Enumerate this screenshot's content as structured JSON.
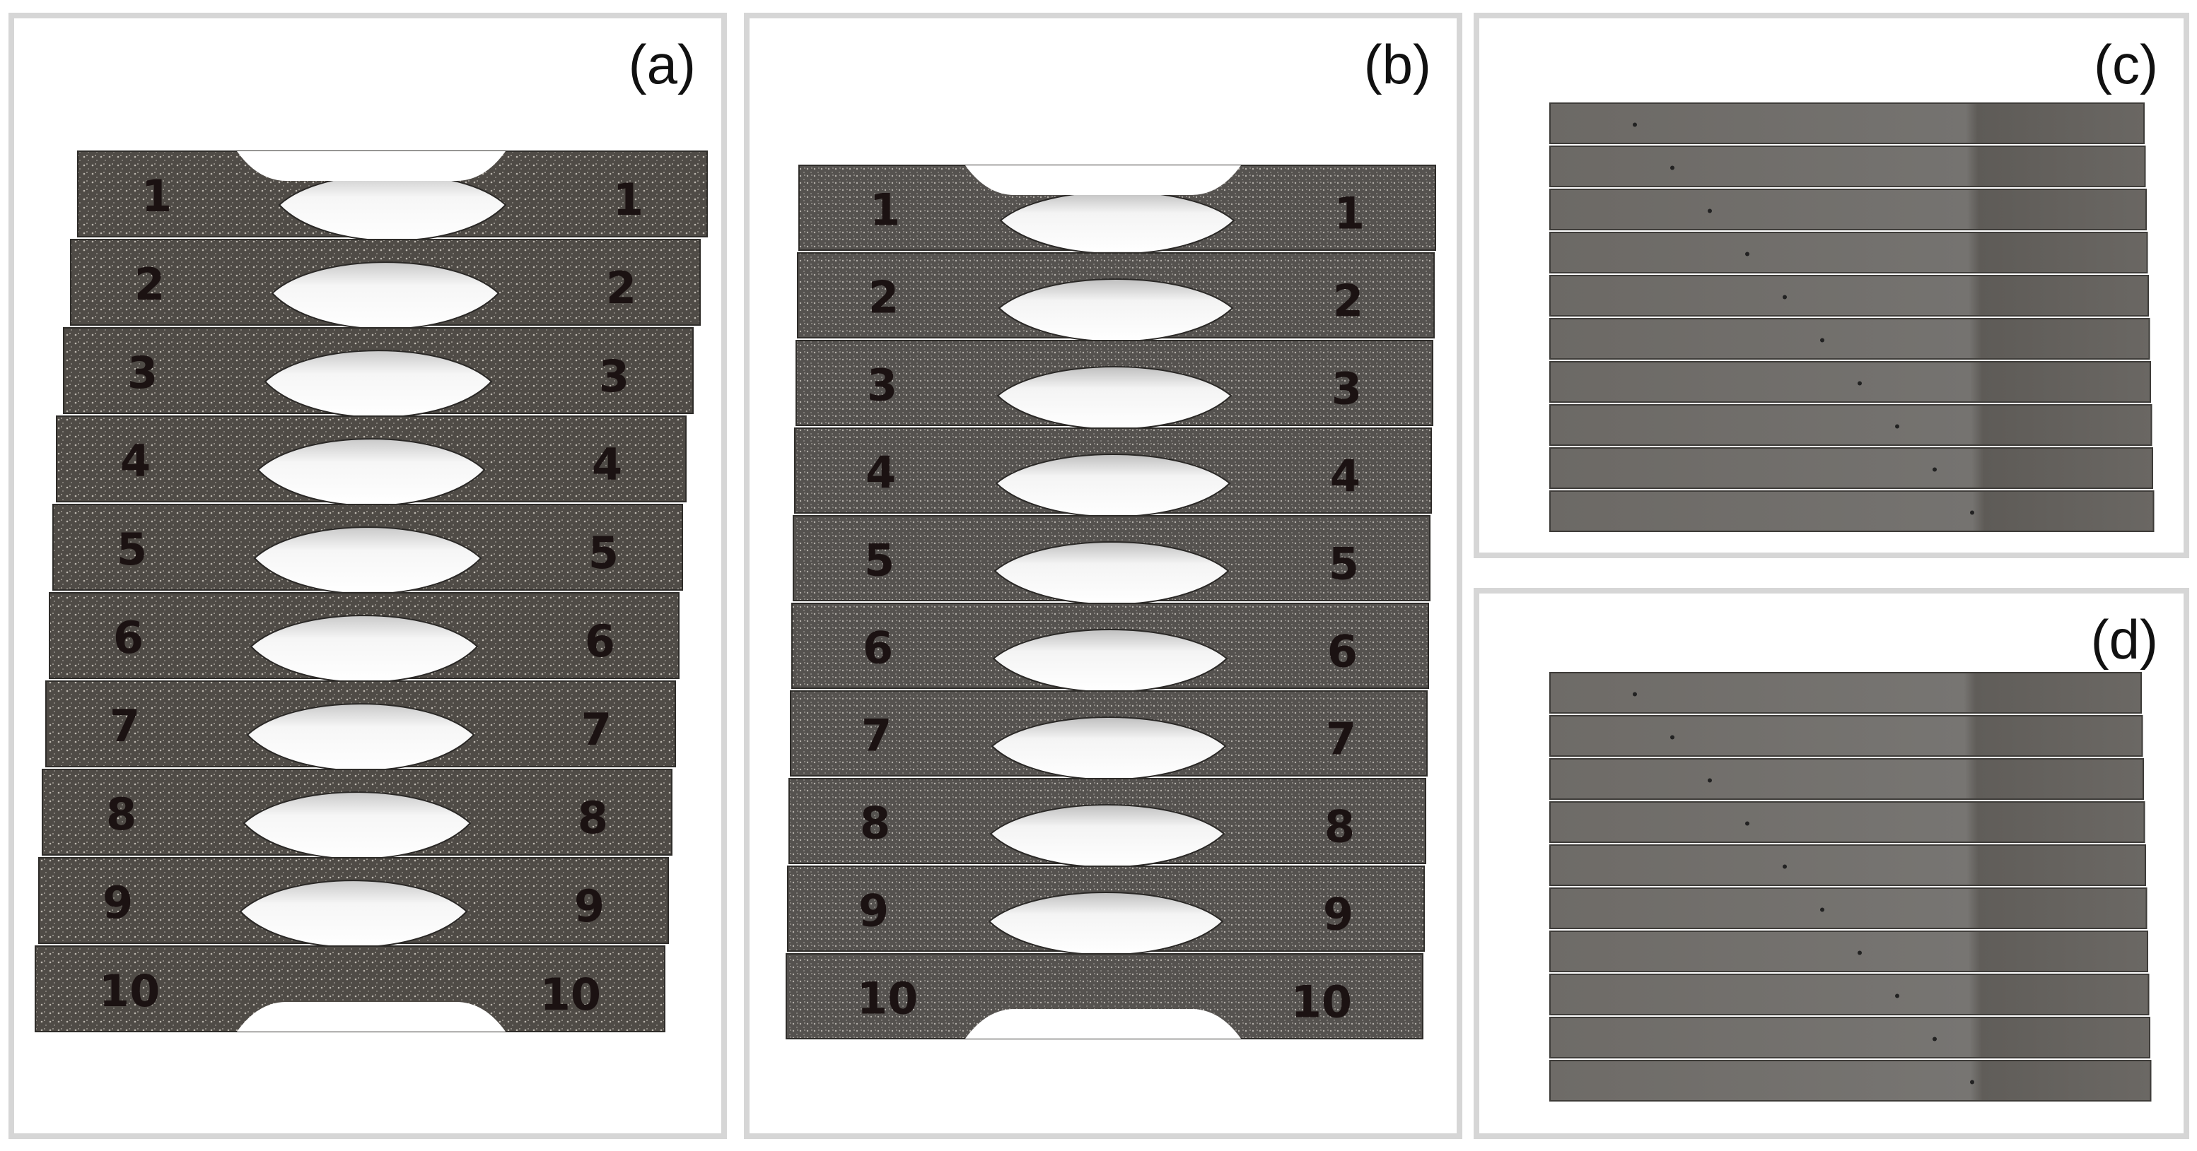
{
  "panels": [
    {
      "id": "a",
      "label": "(a)",
      "kind": "dogbone",
      "numbers": [
        "1",
        "2",
        "3",
        "4",
        "5",
        "6",
        "7",
        "8",
        "9",
        "10"
      ]
    },
    {
      "id": "b",
      "label": "(b)",
      "kind": "dogbone",
      "numbers": [
        "1",
        "2",
        "3",
        "4",
        "5",
        "6",
        "7",
        "8",
        "9",
        "10"
      ]
    },
    {
      "id": "c",
      "label": "(c)",
      "kind": "side-view-stack",
      "bar_count": 10
    },
    {
      "id": "d",
      "label": "(d)",
      "kind": "side-view-stack",
      "bar_count": 10
    }
  ],
  "colors": {
    "frame": "#d6d6d6",
    "specimen_a": "#4f4b46",
    "specimen_b": "#55524f",
    "bar_side": "#6e6b67",
    "marker_ink": "#1b1212",
    "background": "#ffffff"
  }
}
